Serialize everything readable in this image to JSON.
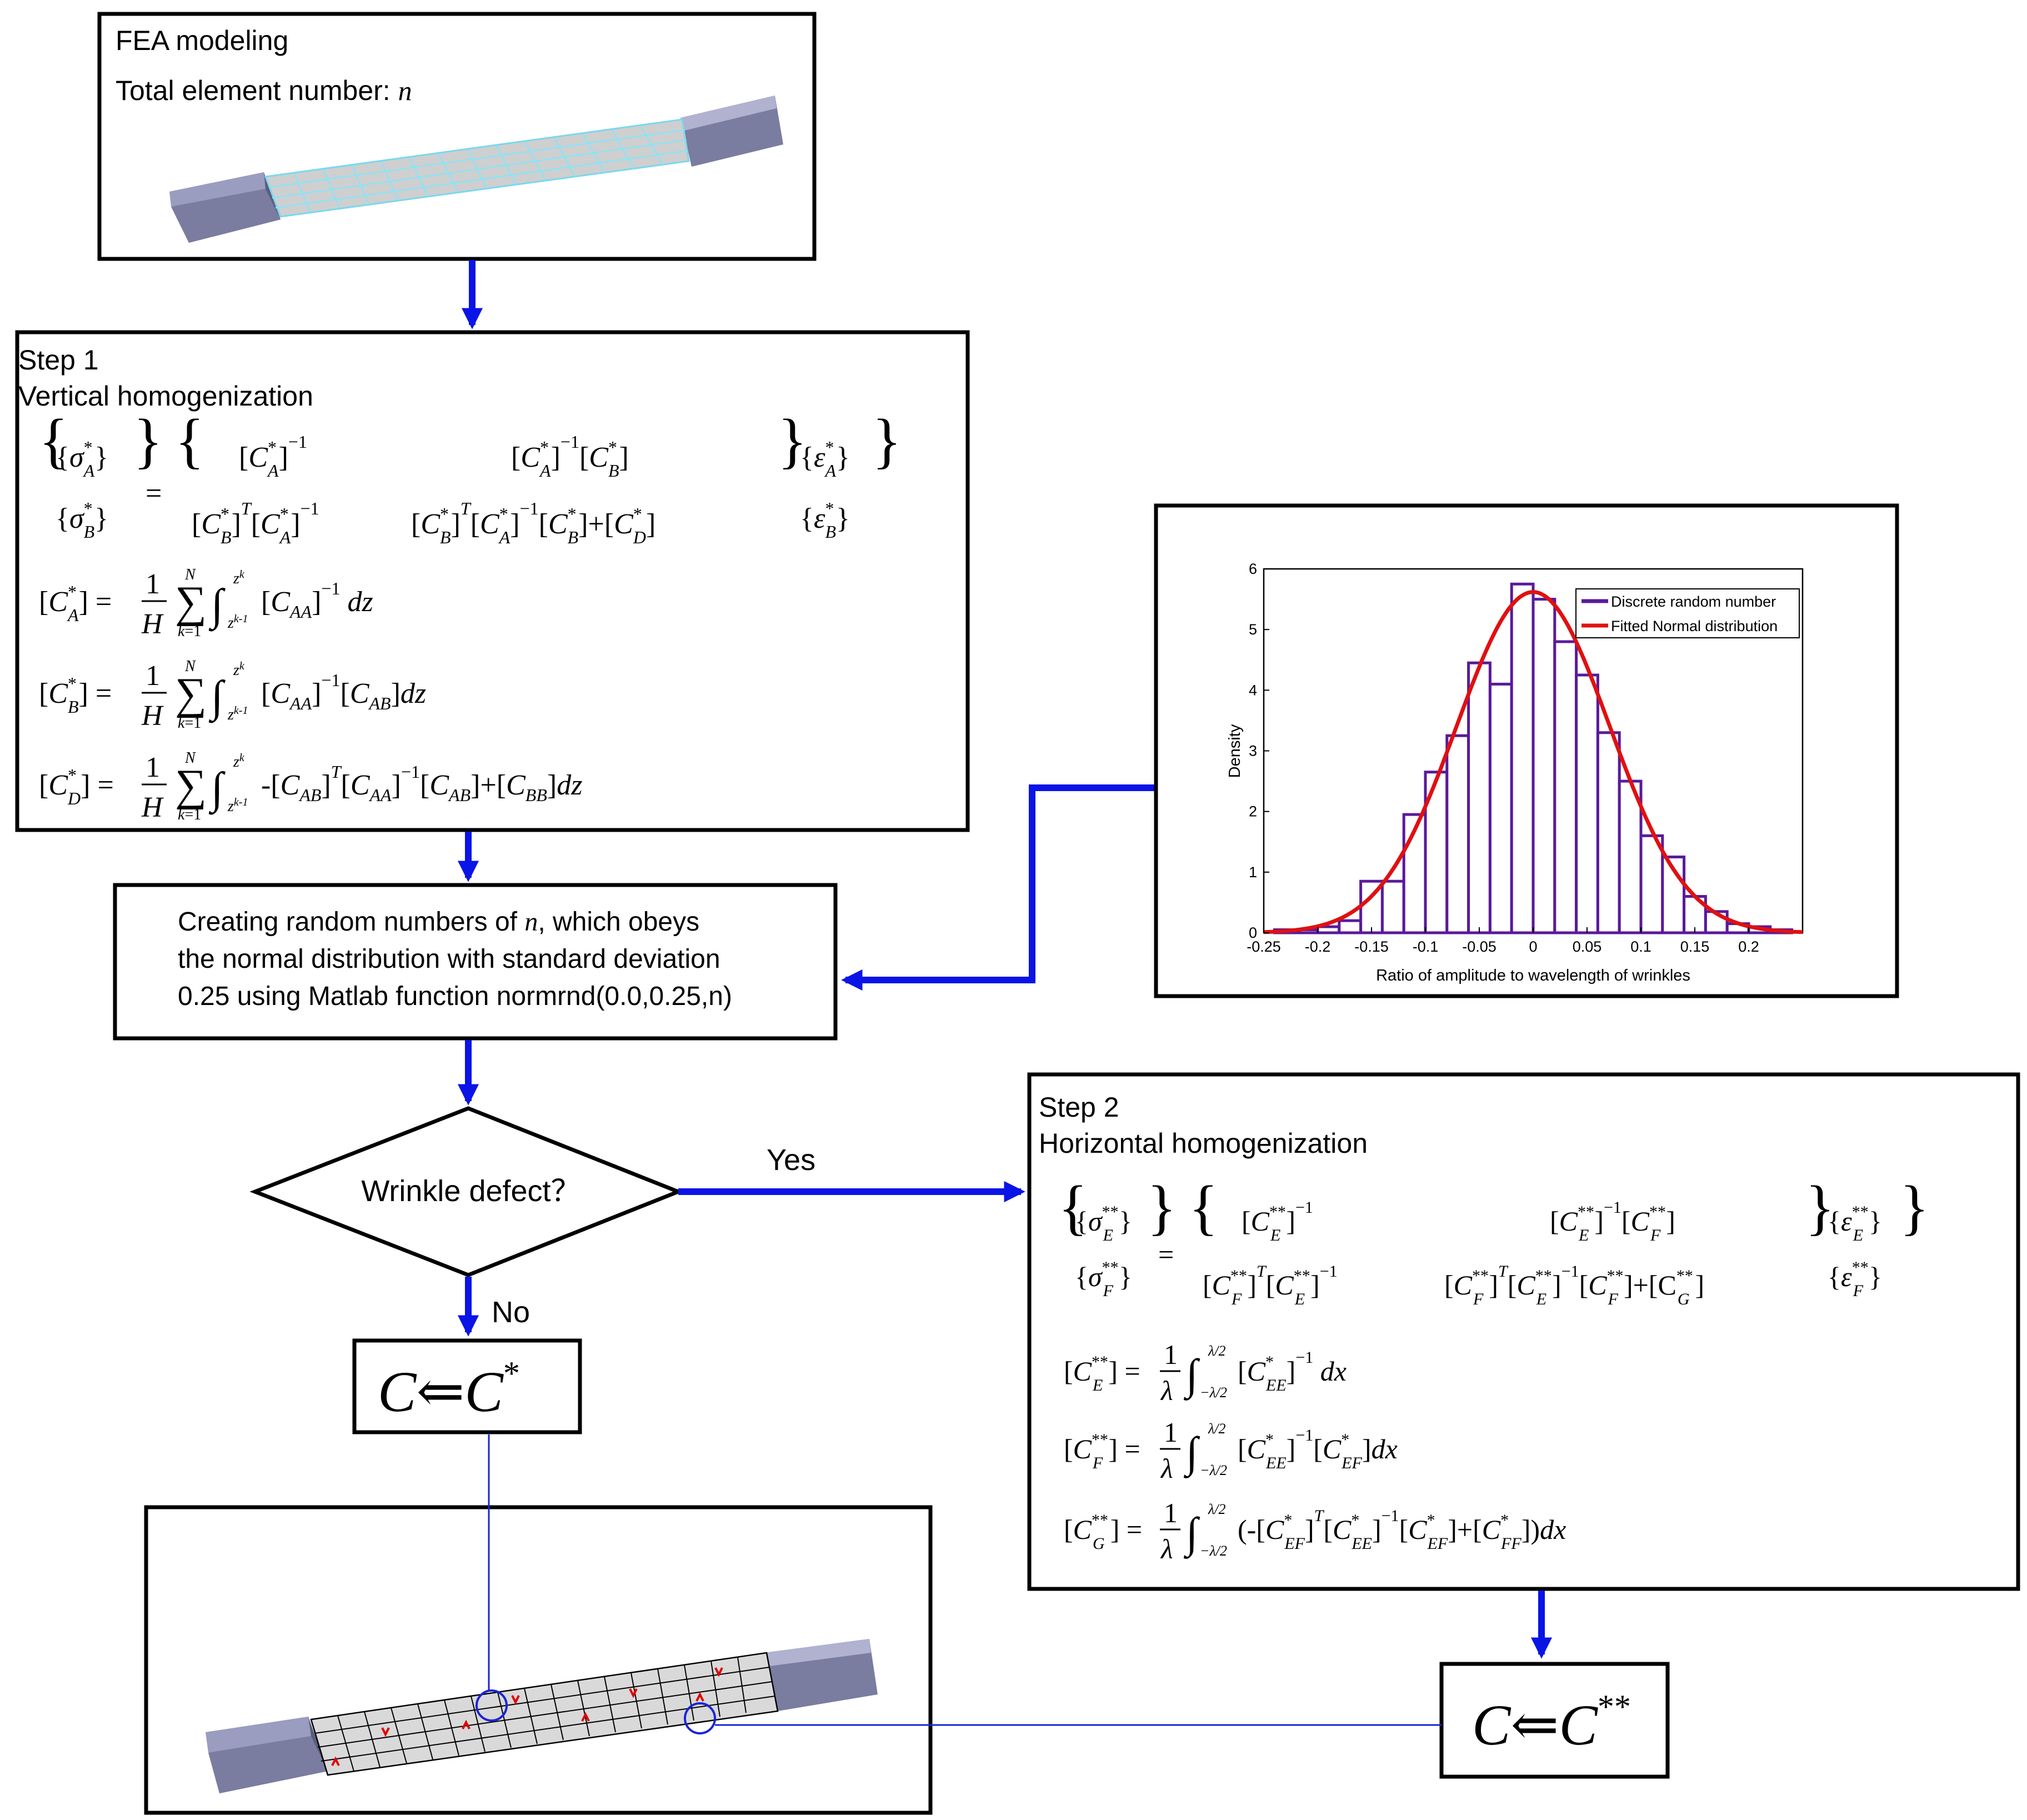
{
  "fea_box": {
    "title": "FEA modeling",
    "subtitle_prefix": "Total element number: ",
    "subtitle_var": "n"
  },
  "step1": {
    "title": "Step 1",
    "subtitle": "Vertical homogenization"
  },
  "random_box": {
    "line1_prefix": "Creating random numbers of ",
    "line1_var": "n",
    "line1_suffix": ", which obeys",
    "line2": "the normal distribution with standard deviation",
    "line3": "0.25 using Matlab function normrnd(0.0,0.25,n)"
  },
  "decision": {
    "label": "Wrinkle defect？",
    "yes_label": "Yes",
    "no_label": "No"
  },
  "result_star": {
    "lhs": "C",
    "arrow": "⇐",
    "rhs": "C",
    "sup": "*"
  },
  "result_double_star": {
    "lhs": "C",
    "arrow": "⇐",
    "rhs": "C",
    "sup": "**"
  },
  "step2": {
    "title": "Step 2",
    "subtitle": "Horizontal homogenization"
  },
  "colors": {
    "arrow": "#0a14e6",
    "frame": "#000000",
    "bar_edge": "#5a1a9a",
    "fit_curve": "#e01010",
    "specimen": "#9a9cc0",
    "mesh": "#d9d9d9",
    "wrinkle": "#e00000"
  },
  "chart_data": {
    "type": "bar",
    "ylabel": "Density",
    "xlabel": "Ratio of amplitude to wavelength  of wrinkles",
    "xlim": [
      -0.25,
      0.25
    ],
    "ylim": [
      0,
      6
    ],
    "xticks": [
      "-0.25",
      "-0.2",
      "-0.15",
      "-0.1",
      "-0.05",
      "0",
      "0.05",
      "0.1",
      "0.15",
      "0.2"
    ],
    "yticks": [
      "0",
      "1",
      "2",
      "3",
      "4",
      "5",
      "6"
    ],
    "bin_width": 0.02,
    "bin_starts": [
      -0.24,
      -0.22,
      -0.2,
      -0.18,
      -0.16,
      -0.14,
      -0.12,
      -0.1,
      -0.08,
      -0.06,
      -0.04,
      -0.02,
      0.0,
      0.02,
      0.04,
      0.06,
      0.08,
      0.1,
      0.12,
      0.14,
      0.16,
      0.18,
      0.2,
      0.22
    ],
    "series": [
      {
        "name": "Discrete random number",
        "values": [
          0.05,
          0.05,
          0.1,
          0.2,
          0.85,
          0.85,
          1.95,
          2.65,
          3.25,
          4.45,
          4.1,
          5.75,
          5.5,
          4.8,
          4.25,
          3.3,
          2.5,
          1.6,
          1.25,
          0.6,
          0.35,
          0.15,
          0.1,
          0.05
        ]
      },
      {
        "name": "Fitted Normal distribution",
        "mean": 0.0,
        "std": 0.071
      }
    ],
    "legend": "top-right"
  }
}
